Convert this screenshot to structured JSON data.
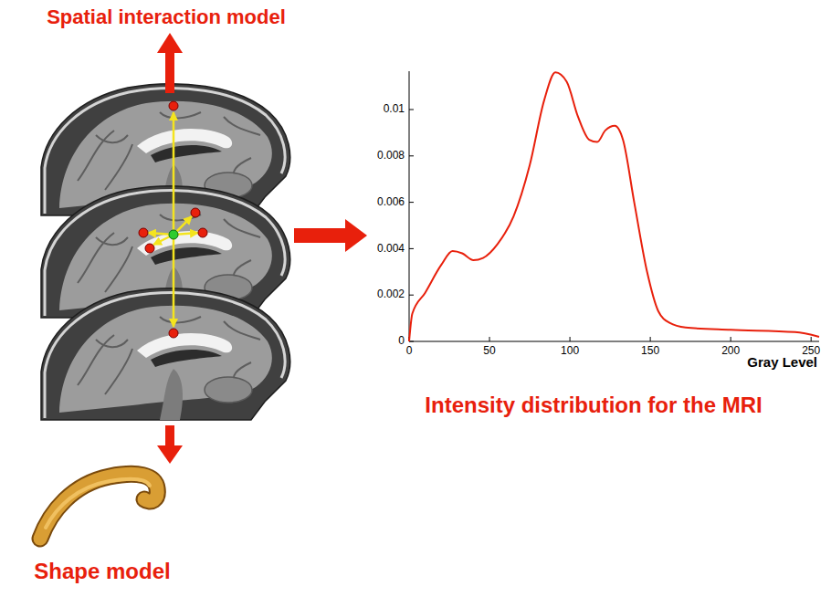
{
  "diagram": {
    "labels": [
      "Spatial interaction model",
      "Shape model",
      "Intensity distribution for the MRI",
      "Gray Level",
      "0.01",
      "0.008",
      "0.006",
      "0.004",
      "0.002",
      "0",
      "0",
      "50",
      "100",
      "150",
      "200",
      "250"
    ]
  }
}
